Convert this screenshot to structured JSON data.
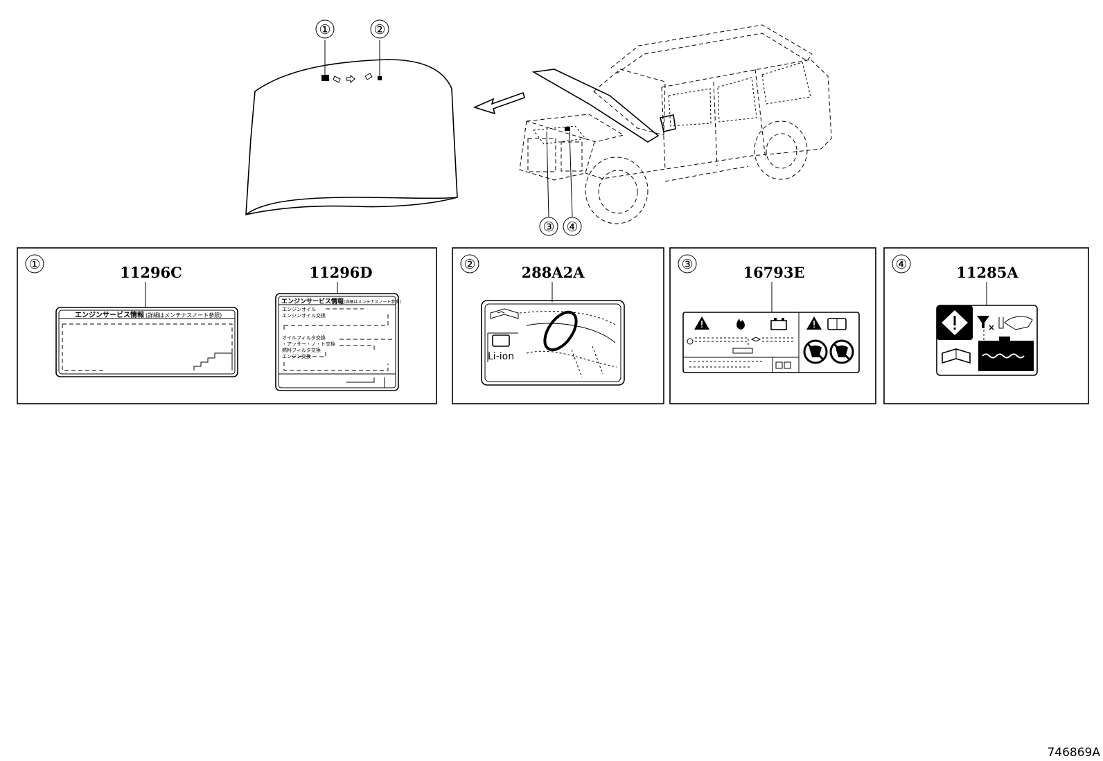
{
  "callouts": [
    "①",
    "②",
    "③",
    "④"
  ],
  "panels": [
    {
      "callout": "①",
      "parts": [
        "11296C",
        "11296D"
      ]
    },
    {
      "callout": "②",
      "parts": [
        "288A2A"
      ]
    },
    {
      "callout": "③",
      "parts": [
        "16793E"
      ]
    },
    {
      "callout": "④",
      "parts": [
        "11285A"
      ]
    }
  ],
  "label_11296C": {
    "title": "エンジンサービス情報",
    "note": "(詳細はメンテナスノート参照)"
  },
  "label_11296D": {
    "title": "エンジンサービス情報",
    "note": "(詳細はメンテナスノート参照)",
    "lines": [
      "エンジンオイル",
      "エンジンオイル交換",
      "オイルフィルタ交換",
      "・アッサー・ノ・ト交換",
      "燃料フィルタ交換",
      "エンジン交換"
    ]
  },
  "label_288A2A": {
    "battery_text": "Li-ion"
  },
  "diagram_ref": "746869A",
  "icon_names": [
    "warning-icon",
    "flame-icon",
    "book-icon",
    "battery-icon",
    "no-spray-icon",
    "coolant-icon"
  ]
}
